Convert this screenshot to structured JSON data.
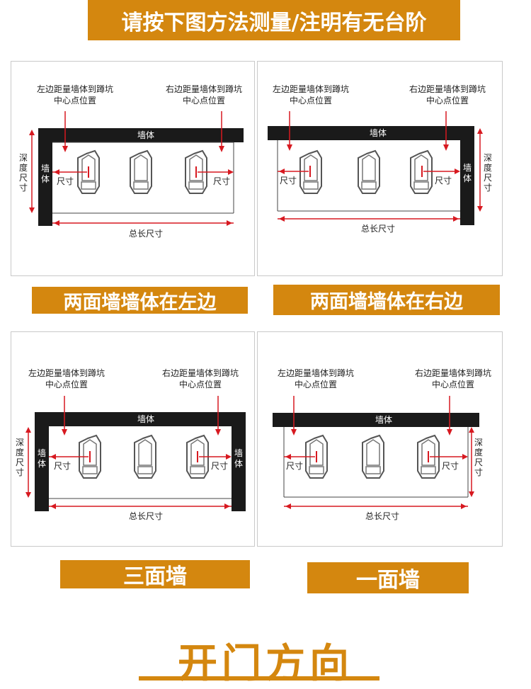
{
  "header": {
    "title": "请按下图方法测量/注明有无台阶"
  },
  "labels": {
    "left_dist": [
      "左边距量墙体到蹲坑",
      "中心点位置"
    ],
    "right_dist": [
      "右边距量墙体到蹲坑",
      "中心点位置"
    ],
    "wall": "墙体",
    "depth": [
      "深",
      "度",
      "尺",
      "寸"
    ],
    "size": "尺寸",
    "total_length": "总长尺寸"
  },
  "captions": {
    "left_wall": "两面墙墙体在左边",
    "right_wall": "两面墙墙体在右边",
    "three_walls": "三面墙",
    "one_wall": "一面墙"
  },
  "footer": {
    "title": "开门方向"
  },
  "colors": {
    "accent": "#d4870f",
    "arrow": "#d71920",
    "wall": "#1a1a1a"
  }
}
